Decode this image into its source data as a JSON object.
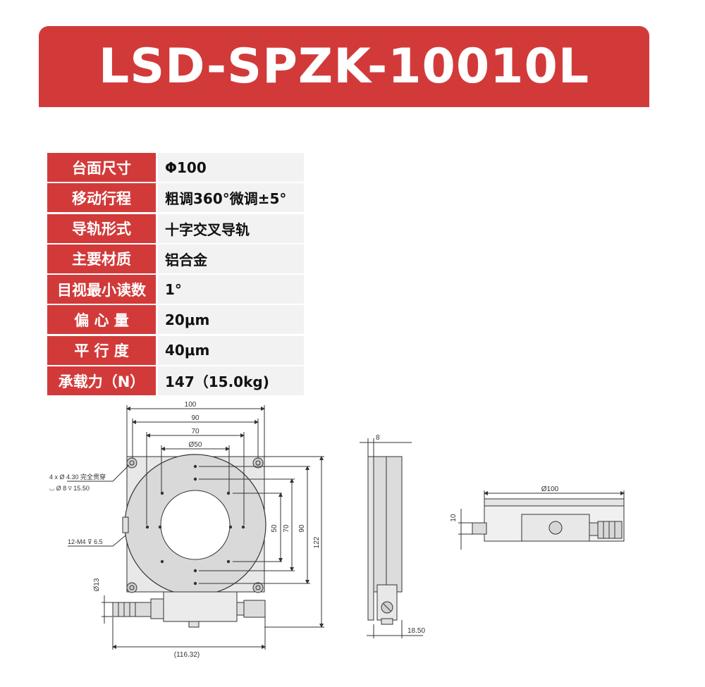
{
  "title": "LSD-SPZK-10010L",
  "specs": [
    {
      "label": "台面尺寸",
      "value": "Φ100"
    },
    {
      "label": "移动行程",
      "value": "粗调360°微调±5°"
    },
    {
      "label": "导轨形式",
      "value": "十字交叉导轨"
    },
    {
      "label": "主要材质",
      "value": "铝合金"
    },
    {
      "label": "目视最小读数",
      "value": "1°"
    },
    {
      "label": "偏 心 量",
      "value": "20μm"
    },
    {
      "label": "平 行 度",
      "value": "40μm"
    },
    {
      "label": "承载力（N）",
      "value": "147（15.0kg)"
    }
  ],
  "drawing": {
    "top_view": {
      "dim_100": "100",
      "dim_90_top": "90",
      "dim_70_top": "70",
      "dim_50_dia": "Ø50",
      "hole_note_1": "4 x  Ø 4.30 完全贯穿",
      "hole_note_2": "⌴ Ø 8 ⊽ 15.50",
      "thread_note": "12-M4 ⊽ 6.5",
      "dim_50_right": "50",
      "dim_70_right": "70",
      "dim_90_right": "90",
      "dim_122": "122",
      "dim_13": "Ø13",
      "dim_116": "(116.32)"
    },
    "side_view": {
      "dim_8": "8",
      "dim_18": "18.50"
    },
    "front_view": {
      "dim_100": "Ø100",
      "dim_10": "10"
    }
  }
}
